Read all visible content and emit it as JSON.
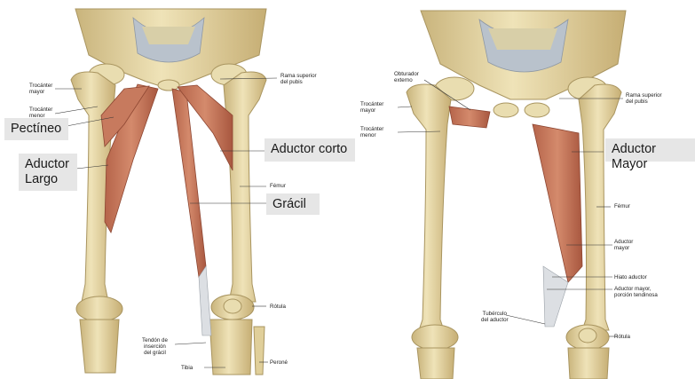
{
  "left_panel": {
    "small_labels": {
      "trochanter_major": "Trocánter\nmayor",
      "trochanter_minor": "Trocánter\nmenor",
      "pubis_superior_ramus": "Rama superior\ndel pubis",
      "femur": "Fémur",
      "patella": "Rótula",
      "gracilis_tendon": "Tendón de\ninserción\ndel grácil",
      "tibia": "Tibia",
      "fibula": "Peroné"
    },
    "callouts": {
      "pectineus": "Pectíneo",
      "adductor_longus": "Aductor\nLargo",
      "adductor_brevis": "Aductor corto",
      "gracilis": "Grácil"
    }
  },
  "right_panel": {
    "small_labels": {
      "obturator_externus": "Obturador\nexterno",
      "trochanter_major": "Trocánter\nmayor",
      "trochanter_minor": "Trocánter\nmenor",
      "pubis_superior_ramus": "Rama superior\ndel pubis",
      "femur": "Fémur",
      "adductor_magnus": "Aductor\nmayor",
      "adductor_hiatus": "Hiato aductor",
      "adductor_magnus_tendinous": "Aductor mayor,\nporción tendinosa",
      "adductor_tubercle": "Tubérculo\ndel aductor",
      "patella": "Rótula"
    },
    "callouts": {
      "adductor_magnus": "Aductor Mayor"
    }
  },
  "colors": {
    "bone": "#e4d6a6",
    "bone_shadow": "#c9b47c",
    "muscle": "#c77a5e",
    "muscle_dark": "#a65640",
    "cartilage": "#b9c2cc"
  }
}
